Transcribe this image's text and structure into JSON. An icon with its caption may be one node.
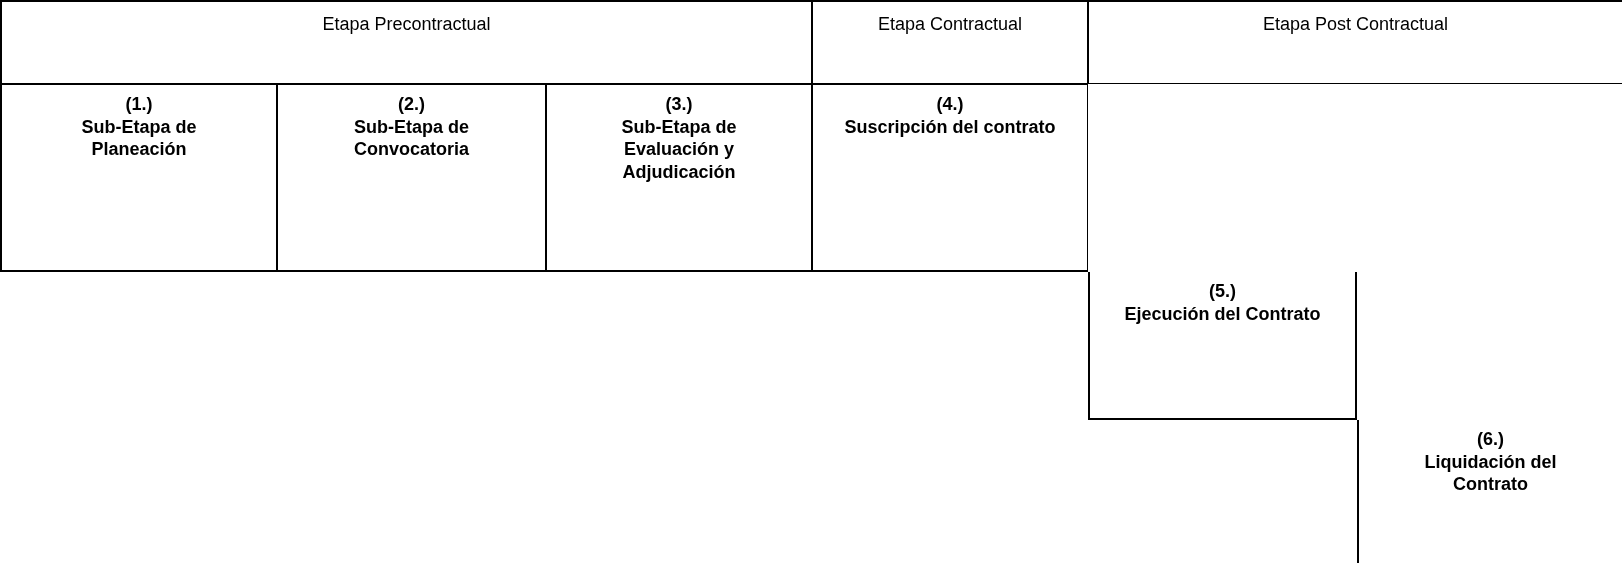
{
  "diagram": {
    "nodes": [
      {
        "text": [
          "Etapa Precontractual"
        ]
      },
      {
        "text": [
          "Etapa Contractual"
        ]
      },
      {
        "text": [
          "Etapa Post Contractual"
        ]
      },
      {
        "text": [
          "(1.)",
          "Sub-Etapa de Planeación"
        ]
      },
      {
        "text": [
          "(2.)",
          "Sub-Etapa de Convocatoria"
        ]
      },
      {
        "text": [
          "(3.)",
          "Sub-Etapa de Evaluación y Adjudicación"
        ]
      },
      {
        "text": [
          "(4.)",
          "Suscripción del contrato"
        ]
      },
      {
        "text": [
          "(5.)",
          "Ejecución del Contrato"
        ]
      },
      {
        "text": [
          "(6.)",
          "Liquidación del Contrato"
        ]
      }
    ],
    "edges": []
  }
}
